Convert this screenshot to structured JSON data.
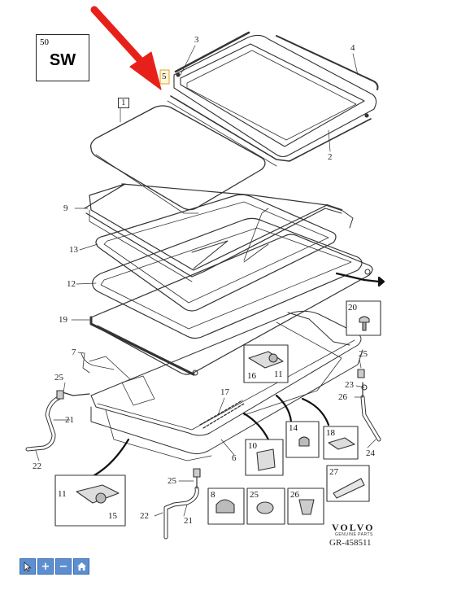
{
  "badge": {
    "number": "50",
    "text": "SW"
  },
  "callouts": {
    "c1": "1",
    "c2": "2",
    "c3": "3",
    "c4": "4",
    "c5": "5",
    "c7": "7",
    "c9": "9",
    "c12": "12",
    "c13": "13",
    "c17": "17",
    "c19": "19",
    "c21a": "21",
    "c21b": "21",
    "c22a": "22",
    "c22b": "22",
    "c23": "23",
    "c24": "24",
    "c25a": "25",
    "c25b": "25",
    "c25c": "25",
    "c26": "26",
    "c6": "6"
  },
  "detail_boxes": {
    "d20": "20",
    "d14": "14",
    "d18": "18",
    "d27": "27",
    "d10": "10",
    "d8": "8",
    "d25": "25",
    "d26": "26",
    "d16": "16",
    "d11a": "11",
    "d11b": "11",
    "d15": "15"
  },
  "brand": {
    "name": "VOLVO",
    "subtitle": "GENUINE PARTS",
    "ref": "GR-458511"
  },
  "toolbar": {
    "cursor_icon": "arrow-cursor",
    "zoom_in": "+",
    "zoom_out": "−",
    "home_icon": "house"
  },
  "colors": {
    "arrow": "#e8201a",
    "toolbar": "#5d8ed0",
    "line": "#333333"
  }
}
